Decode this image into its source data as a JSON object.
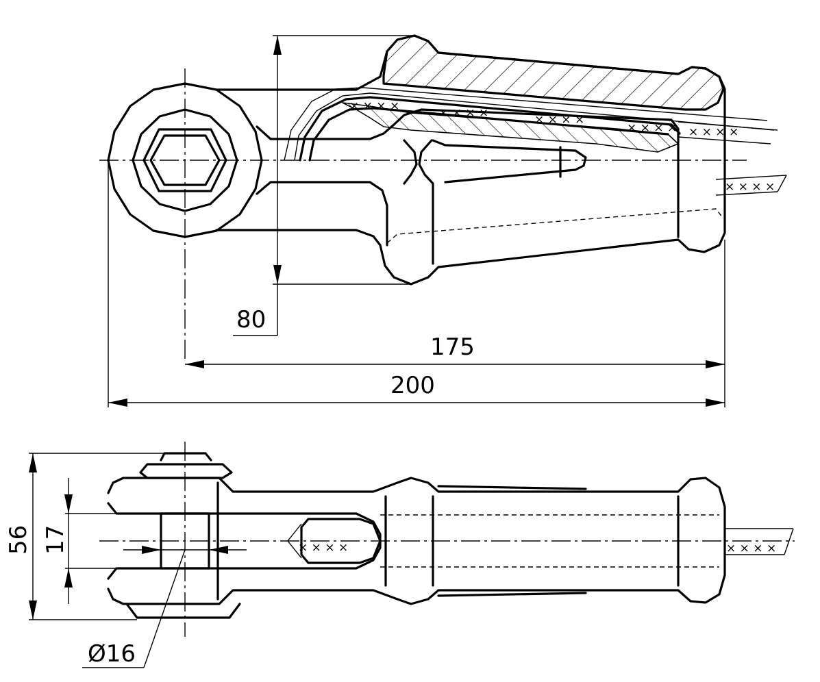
{
  "dimensions": {
    "height_80": "80",
    "length_175": "175",
    "length_200": "200",
    "width_56": "56",
    "gap_17": "17",
    "pin_diameter": "Ø16"
  },
  "cable_marks": "× × × ×"
}
